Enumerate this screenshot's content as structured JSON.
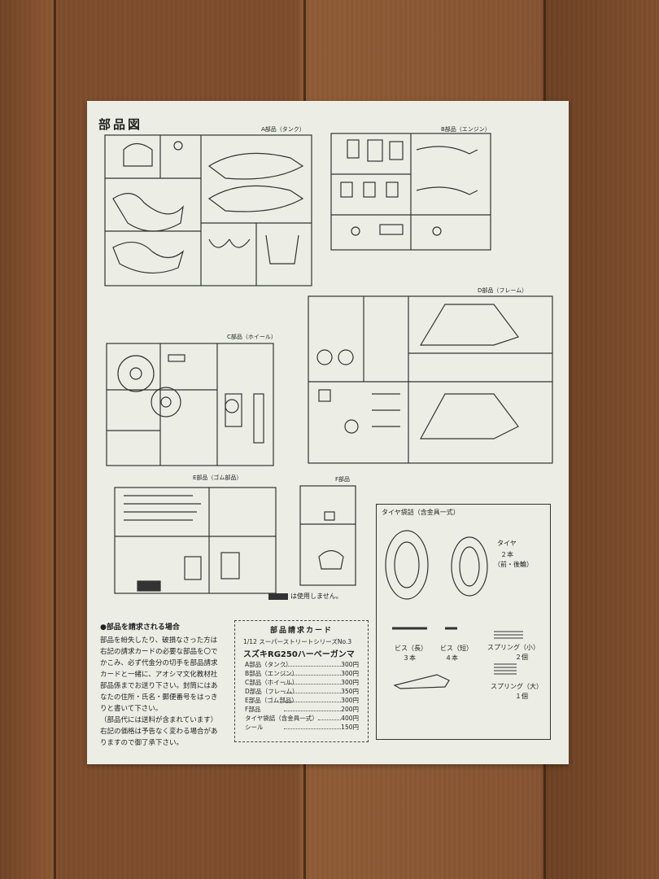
{
  "sheet": {
    "title": "部品図",
    "runner_labels": {
      "a": "A部品（タンク）",
      "b": "B部品（エンジン）",
      "c": "C部品（ホイール）",
      "d": "D部品（フレーム）",
      "e": "E部品（ゴム部品）",
      "f": "F部品"
    },
    "unused_note": "は使用しません。"
  },
  "order_info": {
    "heading": "●部品を請求される場合",
    "lines": [
      "部品を紛失したり、破損なさった方は",
      "右記の請求カードの必要な部品を〇で",
      "かこみ、必ず代金分の切手を部品請求",
      "カードと一緒に、アオシマ文化教材社",
      "部品係までお送り下さい。封筒にはあ",
      "なたの住所・氏名・郵便番号をはっき",
      "りと書いて下さい。",
      "（部品代には送料が含まれています）",
      "右記の価格は予告なく変わる場合があ",
      "りますので御了承下さい。"
    ]
  },
  "request_card": {
    "title": "部品請求カード",
    "series": "1/12 スーパーストリートシリーズNo.3",
    "model": "スズキRG250ハーベーガンマ",
    "items": [
      {
        "name": "A部品（タンク）",
        "price": "300円"
      },
      {
        "name": "B部品（エンジン）",
        "price": "300円"
      },
      {
        "name": "C部品（ホイール）",
        "price": "300円"
      },
      {
        "name": "D部品（フレーム）",
        "price": "350円"
      },
      {
        "name": "E部品（ゴム部品）",
        "price": "300円"
      },
      {
        "name": "F部品",
        "price": "200円"
      },
      {
        "name": "タイヤ袋詰（含金具一式）",
        "price": "400円"
      },
      {
        "name": "シール",
        "price": "150円"
      }
    ]
  },
  "tire_bag": {
    "title": "タイヤ袋詰（含金具一式）",
    "tire_label": "タイヤ",
    "tire_count": "２本",
    "tire_note": "（前・後輪）",
    "screw_long_label": "ビス（長）",
    "screw_long_count": "３本",
    "screw_short_label": "ビス（短）",
    "screw_short_count": "４本",
    "spring_small_label": "スプリング（小）",
    "spring_small_count": "２個",
    "spring_large_label": "スプリング（大）",
    "spring_large_count": "１個"
  }
}
